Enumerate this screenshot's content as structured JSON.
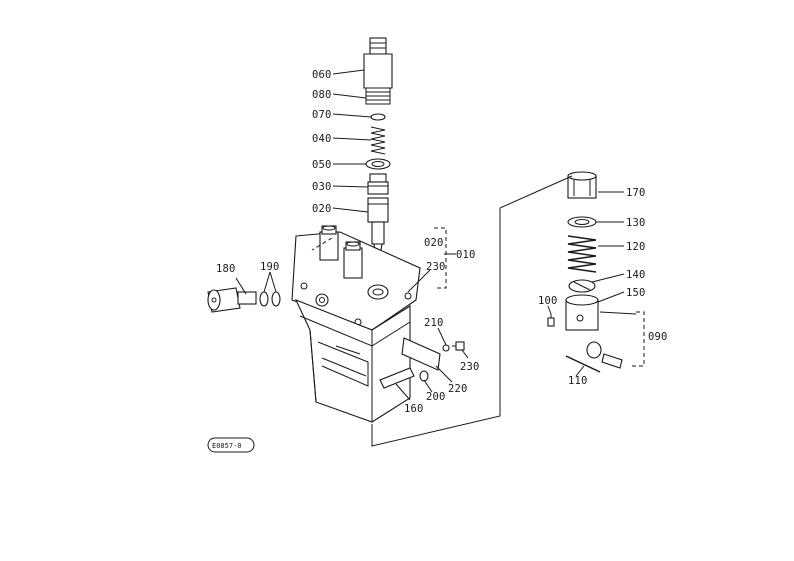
{
  "diagram": {
    "reference_code": "E0857-0",
    "callouts": {
      "p060": "060",
      "p080": "080",
      "p070": "070",
      "p040": "040",
      "p050": "050",
      "p030": "030",
      "p020": "020",
      "p020b": "020",
      "p010": "010",
      "p230a": "230",
      "p180": "180",
      "p190": "190",
      "p210": "210",
      "p230b": "230",
      "p220": "220",
      "p200": "200",
      "p160": "160",
      "p170": "170",
      "p130": "130",
      "p120": "120",
      "p140": "140",
      "p150": "150",
      "p100": "100",
      "p090": "090",
      "p110": "110"
    }
  }
}
